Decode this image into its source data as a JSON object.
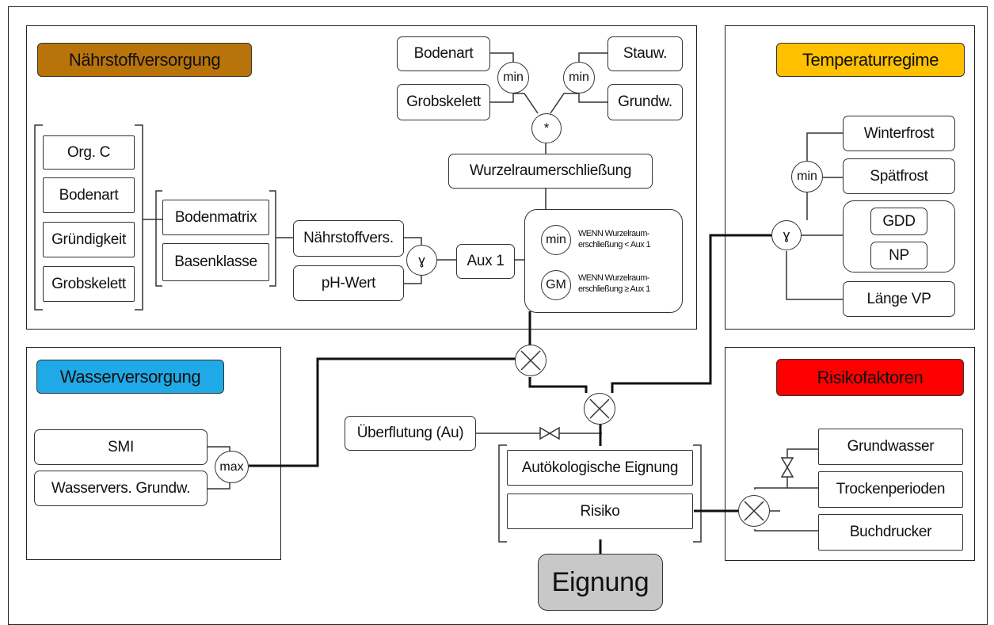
{
  "panels": {
    "naehrstoff": {
      "title": "Nährstoffversorgung",
      "color": "#b8730a"
    },
    "temperatur": {
      "title": "Temperaturregime",
      "color": "#ffc000"
    },
    "wasser": {
      "title": "Wasserversorgung",
      "color": "#1fa9e6"
    },
    "risiko": {
      "title": "Risikofaktoren",
      "color": "#ff0000"
    }
  },
  "nodes": {
    "org_c": "Org. C",
    "bodenart_left": "Bodenart",
    "gruendigkeit": "Gründigkeit",
    "grobskelett_left": "Grobskelett",
    "bodenmatrix": "Bodenmatrix",
    "basenklasse": "Basenklasse",
    "naehrstoffvers": "Nährstoffvers.",
    "ph_wert": "pH-Wert",
    "aux1": "Aux 1",
    "bodenart_top": "Bodenart",
    "grobskelett_top": "Grobskelett",
    "stauw": "Stauw.",
    "grundw": "Grundw.",
    "wurzelraum": "Wurzelraumerschließung",
    "winterfrost": "Winterfrost",
    "spaetfrost": "Spätfrost",
    "gdd": "GDD",
    "np": "NP",
    "laenge_vp": "Länge VP",
    "smi": "SMI",
    "wasservers_grundw": "Wasservers. Grundw.",
    "ueberflutung": "Überflutung (Au)",
    "autoekologische": "Autökologische Eignung",
    "risiko": "Risiko",
    "grundwasser": "Grundwasser",
    "trockenperioden": "Trockenperioden",
    "buchdrucker": "Buchdrucker",
    "eignung": "Eignung"
  },
  "operators": {
    "min_top_left": "min",
    "min_top_right": "min",
    "product": "*",
    "gamma_naehr": "ɣ",
    "min_cond": "min",
    "gm_cond": "GM",
    "min_temp": "min",
    "gamma_temp": "ɣ",
    "max_wasser": "max"
  },
  "conditions": {
    "min_rule": [
      "WENN Wurzelraum-",
      "erschließung < Aux 1"
    ],
    "gm_rule": [
      "WENN Wurzelraum-",
      "erschließung ≥ Aux 1"
    ]
  }
}
